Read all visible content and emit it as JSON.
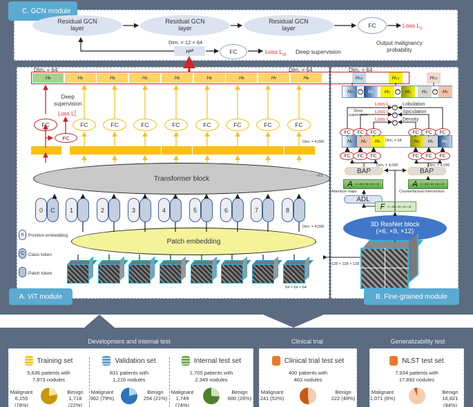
{
  "gcn_module": {
    "label": "C. GCN module",
    "layers": [
      "Residual GCN\nlayer",
      "Residual GCN\nlayer",
      "Residual GCN\nlayer"
    ],
    "fc_label": "FC",
    "loss_g": "Loss L",
    "loss_g_sub": "G",
    "output_text": "Output malignancy\nprobability",
    "dim_text": "Dim. = 12 × 64",
    "h_all": "H",
    "h_all_sub": "all",
    "fc2_label": "FC",
    "loss_all": "Loss L",
    "loss_all_sub": "all",
    "deep_supervision": "Deep supervision"
  },
  "vit_module": {
    "label": "A. ViT module",
    "dim_left": "Dim. = 64",
    "dim_right": "Dim. = 64",
    "h_cells": [
      "H",
      "H",
      "H",
      "H",
      "H",
      "H",
      "H",
      "H",
      "H"
    ],
    "h_sup": [
      "0",
      "1",
      "2",
      "3",
      "4",
      "5",
      "6",
      "7",
      "8"
    ],
    "h_sub": "T",
    "deep_supervision": "Deep\nsupervision",
    "loss_t": "Loss L",
    "loss_t_sup": "0",
    "loss_t_sub": "T",
    "fc_label": "FC",
    "dim_4096": "Dim. = 4,096",
    "transformer": "Transformer block",
    "times12": "×12",
    "tokens": [
      "0",
      "C",
      "1",
      "2",
      "3",
      "4",
      "5",
      "6",
      "7",
      "8"
    ],
    "patch_embedding": "Patch embedding",
    "legend": [
      {
        "symbol": "n",
        "text": "Position embedding"
      },
      {
        "symbol": "C",
        "text": "Class token"
      },
      {
        "symbol": "",
        "text": "Patch token"
      }
    ],
    "patch_size": "64 × 64 × 64",
    "volume_size": "128 × 128 × 128"
  },
  "fine_module": {
    "label": "B. Fine-grained module",
    "dim": "Dim. = 64",
    "hc": [
      {
        "t": "H",
        "s": "C0"
      },
      {
        "t": "H",
        "s": "C1"
      },
      {
        "t": "H",
        "s": "C2"
      }
    ],
    "loss_rows": [
      {
        "loss": "Loss L",
        "sub": "C0",
        "name": "Lobulation"
      },
      {
        "loss": "Loss L",
        "sub": "C1",
        "name": "Spiculation"
      },
      {
        "loss": "Loss L",
        "sub": "C2",
        "name": "Density"
      }
    ],
    "deep_supervision": "Deep\nsupervision",
    "fc_label": "FC",
    "dim_mid": "Dim. = 64",
    "dim_4096_left": "Dim. = 4,096",
    "dim_4096_right": "Dim. = 4,096",
    "bap": "BAP",
    "a_label": "A",
    "a_dims": "C = 512, 16 × 16 × 16",
    "attention_maps": "Attention maps",
    "counterfactual": "Counterfactual intervention",
    "adl": "ADL",
    "f_label": "F",
    "f_dims": "C = 512, 16 × 16 × 16",
    "resnet": "3D ResNet block",
    "resnet_sub": "(×6, ×9, ×12)"
  },
  "datasets": {
    "dev_title": "Development and internal test",
    "clinical_title": "Clinical trial",
    "general_title": "Generalizability test",
    "sets": [
      {
        "name": "Training set",
        "patients": "5,636 patients with",
        "nodules": "7,873 nodules",
        "malignant_label": "Malignant",
        "malignant": "6,155 (78%)",
        "benign_label": "Benign",
        "benign": "1,718 (22%)",
        "malignant_fraction": 0.78,
        "color": "#c8960a",
        "light": "#fbe3a0",
        "icon": "database-icon",
        "icon_color": "#f5c518"
      },
      {
        "name": "Validation set",
        "patients": "831 patients with",
        "nodules": "1,216 nodules",
        "malignant_label": "Malignant",
        "malignant": "962 (79%)",
        "benign_label": "Benign",
        "benign": "254 (21%)",
        "malignant_fraction": 0.79,
        "color": "#2f73b8",
        "light": "#b9d6f0",
        "icon": "database-icon",
        "icon_color": "#5a9bd8"
      },
      {
        "name": "Internal test set",
        "patients": "1,705 patients with",
        "nodules": "2,349 nodules",
        "malignant_label": "Malignant",
        "malignant": "1,749 (74%)",
        "benign_label": "Benign",
        "benign": "600 (26%)",
        "malignant_fraction": 0.74,
        "color": "#4e7f2e",
        "light": "#cfe3b8",
        "icon": "database-icon",
        "icon_color": "#6aab4a"
      },
      {
        "name": "Clinical trial test set",
        "patients": "400 patients with",
        "nodules": "463 nodules",
        "malignant_label": "Malignant",
        "malignant": "241 (52%)",
        "benign_label": "Benign",
        "benign": "222 (48%)",
        "malignant_fraction": 0.52,
        "color": "#c95a14",
        "light": "#f6cdb0",
        "icon": "hospital-icon",
        "icon_color": "#ec7a2a"
      },
      {
        "name": "NLST test set",
        "patients": "7,934 patients with",
        "nodules": "17,892 nodules",
        "malignant_label": "Malignant",
        "malignant": "1,071 (6%)",
        "benign_label": "Benign",
        "benign": "16,821 (94%)",
        "malignant_fraction": 0.06,
        "color": "#c95a14",
        "light": "#f6cdb0",
        "icon": "cubes-icon",
        "icon_color": "#ec7a2a"
      }
    ]
  }
}
